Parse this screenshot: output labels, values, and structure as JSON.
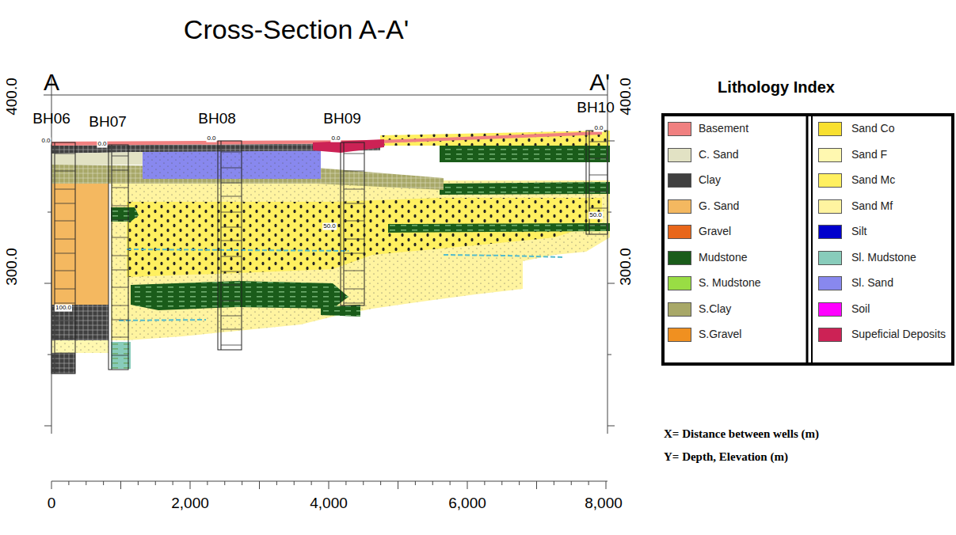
{
  "diagram": {
    "title": "Cross-Section A-A'",
    "labels": [
      "A",
      "A'",
      "BH06",
      "BH07",
      "BH08",
      "BH09",
      "BH10",
      "400.0",
      "300.0",
      "400.0",
      "300.0",
      "0",
      "2,000",
      "4,000",
      "6,000",
      "8,000",
      "0.0",
      "0.0",
      "0.0",
      "0.0",
      "0.0",
      "100.0",
      "50.0",
      "50.0",
      "Lithology Index",
      "X= Distance between wells (m)",
      "Y= Depth, Elevation (m)"
    ],
    "legend": [
      {
        "text": "Basement",
        "color": "#f08080"
      },
      {
        "text": "C. Sand",
        "color": "#e2e2c4"
      },
      {
        "text": "Clay",
        "color": "#404040"
      },
      {
        "text": "G. Sand",
        "color": "#f4b860"
      },
      {
        "text": "Gravel",
        "color": "#e8661a"
      },
      {
        "text": "Mudstone",
        "color": "#1a5c1a"
      },
      {
        "text": "S. Mudstone",
        "color": "#99dd44"
      },
      {
        "text": "S.Clay",
        "color": "#a8a868"
      },
      {
        "text": "S.Gravel",
        "color": "#f09020"
      },
      {
        "text": "Sand Co",
        "color": "#f8e030"
      },
      {
        "text": "Sand F",
        "color": "#fff8b0"
      },
      {
        "text": "Sand Mc",
        "color": "#fff060"
      },
      {
        "text": "Sand Mf",
        "color": "#fff4a0"
      },
      {
        "text": "Silt",
        "color": "#0000cc"
      },
      {
        "text": "Sl. Mudstone",
        "color": "#88ccbb"
      },
      {
        "text": "Sl. Sand",
        "color": "#8888ee"
      },
      {
        "text": "Soil",
        "color": "#ff00ff"
      },
      {
        "text": "Supeficial Deposits",
        "color": "#cc2255"
      }
    ]
  }
}
